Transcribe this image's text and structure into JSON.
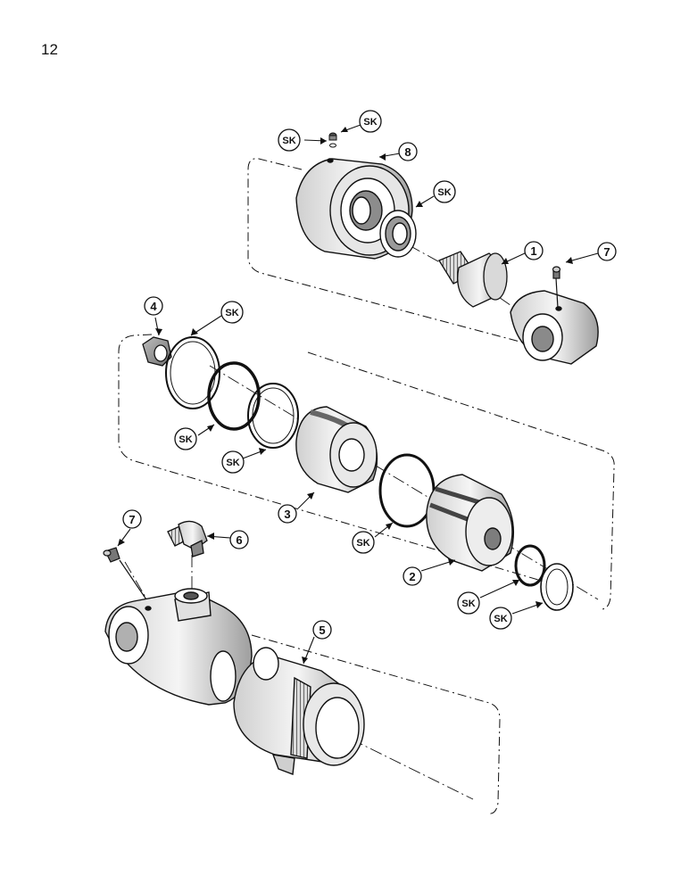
{
  "page": {
    "number": "12"
  },
  "callouts": {
    "part_1": "1",
    "part_2": "2",
    "part_3": "3",
    "part_4": "4",
    "part_5": "5",
    "part_6": "6",
    "part_7_top": "7",
    "part_7_bottom": "7",
    "part_8": "8",
    "sk": "SK"
  },
  "colors": {
    "ink": "#111111",
    "paper": "#ffffff",
    "shade": "#9a9a9a"
  }
}
